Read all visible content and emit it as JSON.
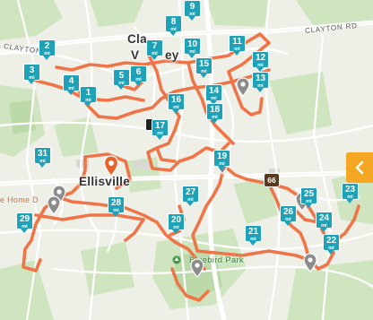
{
  "map": {
    "places": {
      "town": "Ellisville",
      "town_partial": "Cla",
      "town_partial2": "V",
      "town_partial3": "ey",
      "road_north": "CLAYTON RD",
      "road_west": "CLAYTON",
      "poi_left": "e Home D",
      "park": "Bluebird Park",
      "route_shield": "66"
    },
    "mile_markers": [
      {
        "num": "9",
        "unit": "mi"
      },
      {
        "num": "8",
        "unit": "mi"
      },
      {
        "num": "2",
        "unit": "mi"
      },
      {
        "num": "7",
        "unit": "mi"
      },
      {
        "num": "10",
        "unit": "mi"
      },
      {
        "num": "11",
        "unit": "mi"
      },
      {
        "num": "12",
        "unit": "mi"
      },
      {
        "num": "13",
        "unit": "mi"
      },
      {
        "num": "3",
        "unit": "mi"
      },
      {
        "num": "5",
        "unit": "mi"
      },
      {
        "num": "6",
        "unit": "mi"
      },
      {
        "num": "15",
        "unit": "mi"
      },
      {
        "num": "4",
        "unit": "mi"
      },
      {
        "num": "1",
        "unit": "mi"
      },
      {
        "num": "16",
        "unit": "mi"
      },
      {
        "num": "14",
        "unit": "mi"
      },
      {
        "num": "18",
        "unit": "mi"
      },
      {
        "num": "17",
        "unit": "mi"
      },
      {
        "num": "31",
        "unit": "mi"
      },
      {
        "num": "19",
        "unit": "mi"
      },
      {
        "num": "27",
        "unit": "mi"
      },
      {
        "num": "28",
        "unit": "mi"
      },
      {
        "num": "25",
        "unit": "mi"
      },
      {
        "num": "23",
        "unit": "mi"
      },
      {
        "num": "29",
        "unit": "mi"
      },
      {
        "num": "26",
        "unit": "mi"
      },
      {
        "num": "24",
        "unit": "mi"
      },
      {
        "num": "20",
        "unit": "mi"
      },
      {
        "num": "21",
        "unit": "mi"
      },
      {
        "num": "22",
        "unit": "mi"
      }
    ],
    "colors": {
      "route": "#ef7548",
      "marker": "#1fa2b8",
      "pin": "#8c8c8c",
      "start": "#e8622c",
      "side_button": "#f5a623"
    }
  },
  "controls": {
    "collapse_icon": "chevron-left-icon"
  }
}
